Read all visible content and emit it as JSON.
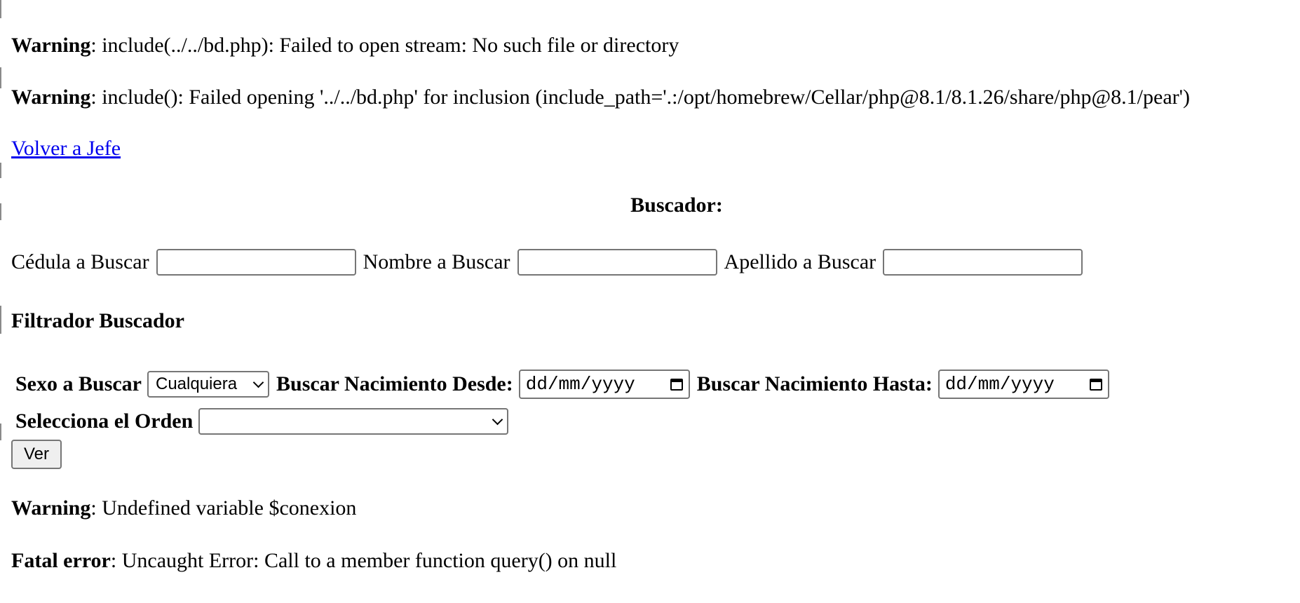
{
  "warnings_top": [
    {
      "label": "Warning",
      "text": ": include(../../bd.php): Failed to open stream: No such file or directory"
    },
    {
      "label": "Warning",
      "text": ": include(): Failed opening '../../bd.php' for inclusion (include_path='.:/opt/homebrew/Cellar/php@8.1/8.1.26/share/php@8.1/pear')"
    }
  ],
  "back_link": "Volver a Jefe",
  "search": {
    "title": "Buscador:",
    "cedula_label": "Cédula a Buscar",
    "cedula_value": "",
    "nombre_label": "Nombre a Buscar",
    "nombre_value": "",
    "apellido_label": "Apellido a Buscar",
    "apellido_value": ""
  },
  "filter": {
    "heading": "Filtrador Buscador",
    "sexo_label": "Sexo a Buscar",
    "sexo_selected": "Cualquiera",
    "desde_label": "Buscar Nacimiento Desde:",
    "desde_value": "dd/mm/yyyy",
    "hasta_label": "Buscar Nacimiento Hasta:",
    "hasta_value": "dd/mm/yyyy",
    "orden_label": "Selecciona el Orden",
    "orden_selected": "",
    "submit_label": "Ver"
  },
  "errors_bottom": [
    {
      "label": "Warning",
      "text": ": Undefined variable $conexion"
    },
    {
      "label": "Fatal error",
      "text": ": Uncaught Error: Call to a member function query() on null"
    }
  ]
}
